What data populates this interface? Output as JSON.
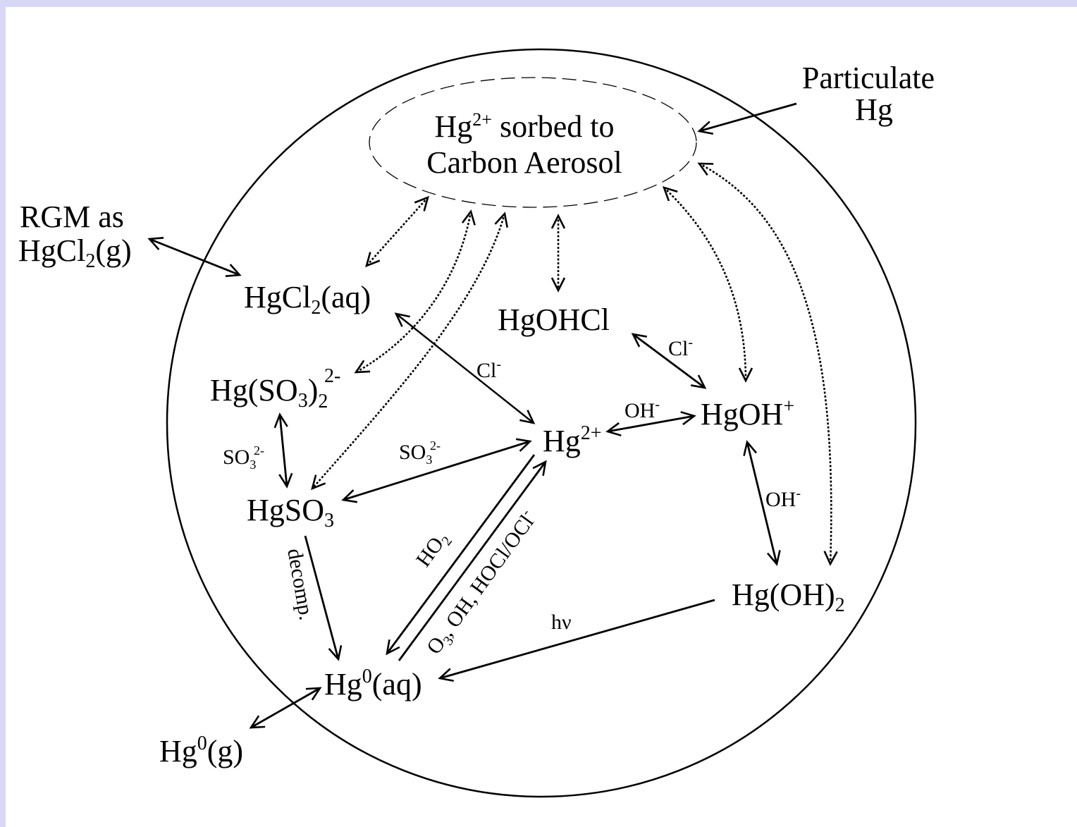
{
  "sorbed_box": {
    "line1_main": "Hg",
    "line1_sup": "2+",
    "line1_rest": " sorbed to",
    "line2": "Carbon Aerosol"
  },
  "outside": {
    "particulate": [
      "Particulate",
      "Hg"
    ],
    "rgm_line1": "RGM as",
    "rgm_line2": {
      "a": "HgCl",
      "sub": "2",
      "b": "(g)"
    },
    "hg0g": {
      "a": "Hg",
      "sup": "0",
      "b": "(g)"
    }
  },
  "species": {
    "hgcl2aq": {
      "a": "HgCl",
      "sub": "2",
      "b": "(aq)"
    },
    "hgohcl": "HgOHCl",
    "hgso32": {
      "a": "Hg(SO",
      "sub1": "3",
      "b": ")",
      "sub2": "2",
      "sup": "2-"
    },
    "hg2plus": {
      "a": "Hg",
      "sup": "2+"
    },
    "hgohplus": {
      "a": "HgOH",
      "sup": "+"
    },
    "hgso3": {
      "a": "HgSO",
      "sub": "3"
    },
    "hgoh2": {
      "a": "Hg(OH)",
      "sub": "2"
    },
    "hg0aq": {
      "a": "Hg",
      "sup": "0",
      "b": "(aq)"
    }
  },
  "reaction_labels": {
    "cl_left": {
      "a": "Cl",
      "sup": "-"
    },
    "cl_right": {
      "a": "Cl",
      "sup": "-"
    },
    "oh_top": {
      "a": "OH",
      "sup": "-"
    },
    "oh_right": {
      "a": "OH",
      "sup": "-"
    },
    "so3_left": {
      "a": "SO",
      "sub": "3",
      "sup": "2-"
    },
    "so3_mid": {
      "a": "SO",
      "sub": "3",
      "sup": "2-"
    },
    "decomp": "decomp.",
    "ho2": {
      "a": "HO",
      "sub": "2"
    },
    "oxidants": {
      "a": "O",
      "sub": "3",
      "b": ", OH, HOCl/OCl",
      "sup": "-"
    },
    "hv": "hν"
  },
  "colors": {
    "background": "#d8d8f6",
    "panel": "#ffffff",
    "ink": "#000000"
  }
}
